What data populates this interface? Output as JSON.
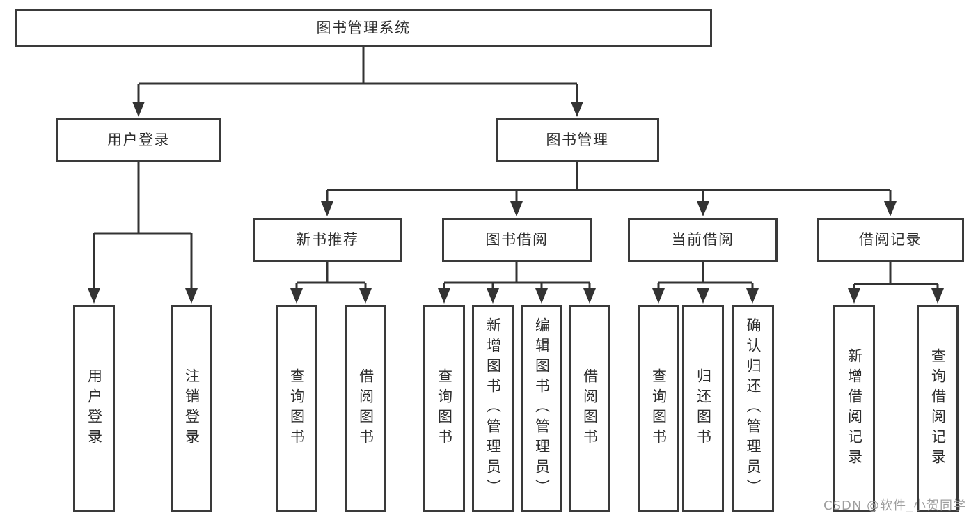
{
  "diagram": {
    "root": {
      "label": "图书管理系统"
    },
    "branches": [
      {
        "label": "用户登录",
        "children": [
          {
            "label": "用户登录"
          },
          {
            "label": "注销登录"
          }
        ]
      },
      {
        "label": "图书管理",
        "modules": [
          {
            "label": "新书推荐",
            "children": [
              {
                "label": "查询图书"
              },
              {
                "label": "借阅图书"
              }
            ]
          },
          {
            "label": "图书借阅",
            "children": [
              {
                "label": "查询图书"
              },
              {
                "label": "新增图书（管理员）"
              },
              {
                "label": "编辑图书（管理员）"
              },
              {
                "label": "借阅图书"
              }
            ]
          },
          {
            "label": "当前借阅",
            "children": [
              {
                "label": "查询图书"
              },
              {
                "label": "归还图书"
              },
              {
                "label": "确认归还（管理员）"
              }
            ]
          },
          {
            "label": "借阅记录",
            "children": [
              {
                "label": "新增借阅记录"
              },
              {
                "label": "查询借阅记录"
              }
            ]
          }
        ]
      }
    ]
  },
  "watermark": {
    "text": "CSDN @软件_小贺同学"
  },
  "colors": {
    "line": "#333333",
    "box_border": "#3a3a3a",
    "text": "#2d2d2d",
    "watermark": "#9e9e9e",
    "background": "#ffffff"
  }
}
